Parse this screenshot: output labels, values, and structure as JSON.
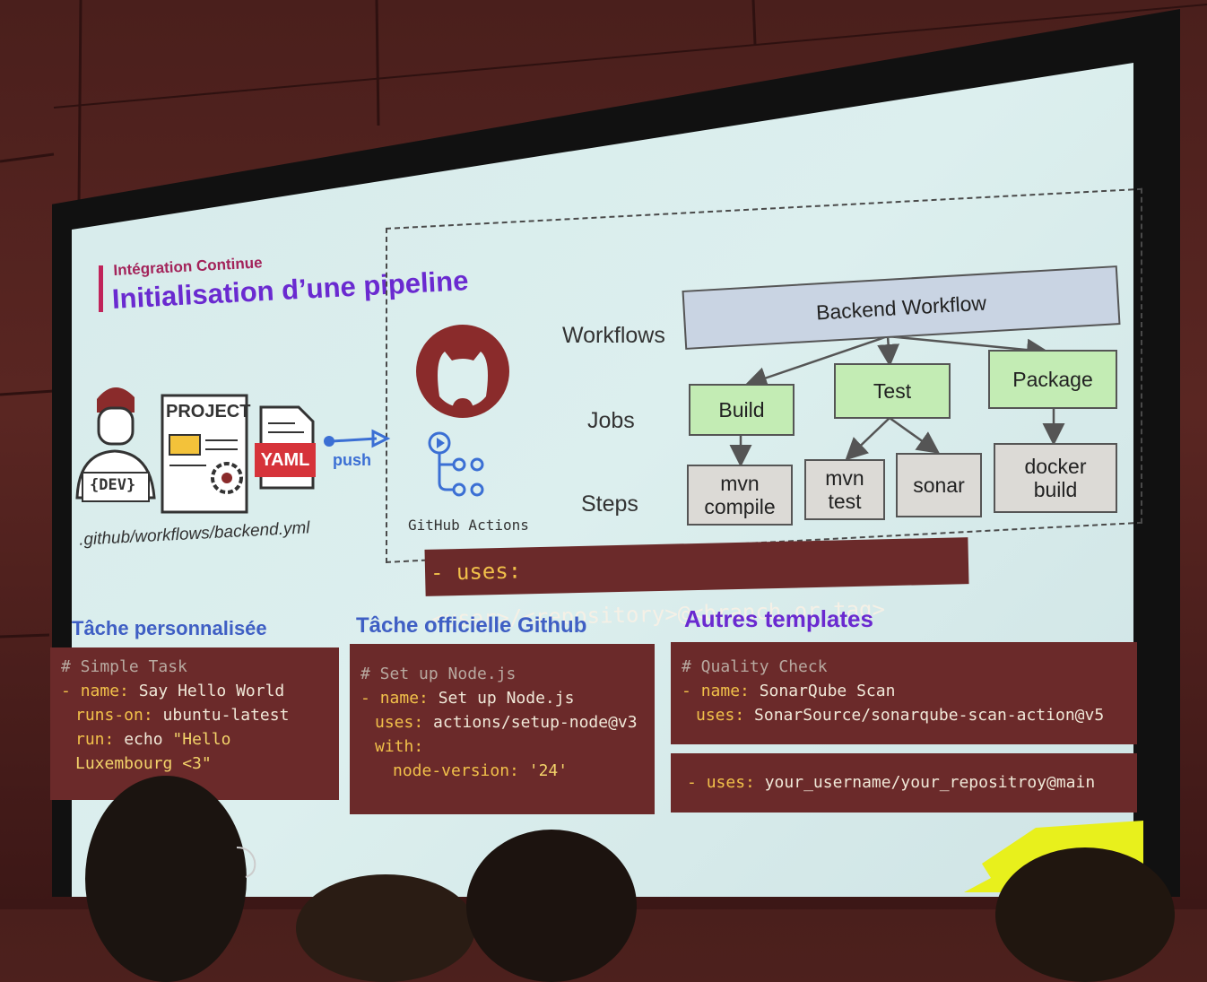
{
  "slide": {
    "eyebrow": "Intégration Continue",
    "title": "Initialisation d’une pipeline",
    "caption_path": ".github/workflows/backend.yml",
    "project_label": "PROJECT",
    "dev_label": "{DEV}",
    "yaml_label": "YAML",
    "push_label": "push",
    "github_actions_label": "GitHub Actions",
    "row_labels": {
      "workflows": "Workflows",
      "jobs": "Jobs",
      "steps": "Steps"
    },
    "workflow": "Backend Workflow",
    "jobs": [
      "Build",
      "Test",
      "Package"
    ],
    "steps": {
      "mvn_compile": [
        "mvn",
        "compile"
      ],
      "mvn_test": [
        "mvn",
        "test"
      ],
      "sonar": "sonar",
      "docker_build": [
        "docker",
        "build"
      ]
    },
    "uses_bar": {
      "dash": "- uses:",
      "rest": "<user>/<repository>@<branch_or_tag>"
    }
  },
  "sections": {
    "custom": {
      "title": "Tâche personnalisée",
      "comment": "# Simple Task",
      "name_key": "name:",
      "name_val": "Say Hello World",
      "runs_key": "runs-on:",
      "runs_val": "ubuntu-latest",
      "run_key": "run:",
      "run_val_cmd": "echo",
      "run_val_str": "\"Hello Luxembourg <3\""
    },
    "official": {
      "title": "Tâche officielle Github",
      "comment": "# Set up Node.js",
      "name_key": "name:",
      "name_val": "Set up Node.js",
      "uses_key": "uses:",
      "uses_val": "actions/setup-node@v3",
      "with_key": "with:",
      "nv_key": "node-version:",
      "nv_val": "'24'"
    },
    "others": {
      "title": "Autres templates",
      "comment": "# Quality Check",
      "name_key": "name:",
      "name_val": "SonarQube Scan",
      "uses_key": "uses:",
      "uses_val": "SonarSource/sonarqube-scan-action@v5",
      "uses2_key": "uses:",
      "uses2_val": "your_username/your_repositroy@main"
    }
  },
  "colors": {
    "title": "#6a2ad0",
    "eyebrow": "#a3235a",
    "code_bg": "#6b2a2a",
    "job_green": "#c3ecb4",
    "workflow_blue": "#c9d4e3",
    "github_maroon": "#8a2b2b"
  }
}
